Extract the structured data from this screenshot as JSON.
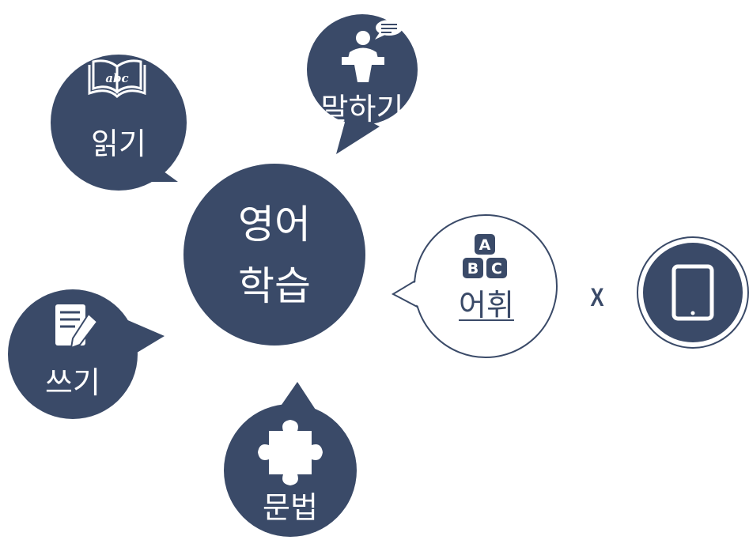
{
  "colors": {
    "navy": "#3a4a68",
    "white": "#ffffff"
  },
  "center": {
    "line1": "영어",
    "line2": "학습"
  },
  "nodes": {
    "reading": {
      "label": "읽기",
      "icon": "book-abc-icon"
    },
    "speaking": {
      "label": "말하기",
      "icon": "speaker-podium-icon"
    },
    "writing": {
      "label": "쓰기",
      "icon": "document-pen-icon"
    },
    "grammar": {
      "label": "문법",
      "icon": "puzzle-piece-icon"
    },
    "vocabulary": {
      "label": "어휘",
      "icon": "abc-blocks-icon",
      "blocks": [
        "A",
        "B",
        "C"
      ]
    }
  },
  "operator": "X",
  "device": {
    "icon": "tablet-icon"
  }
}
